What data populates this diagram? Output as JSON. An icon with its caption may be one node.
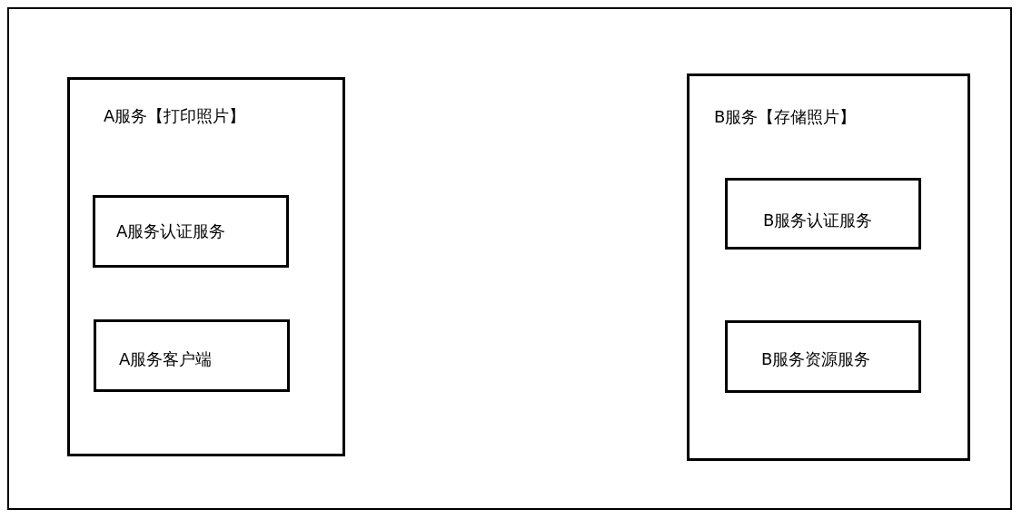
{
  "diagram": {
    "nodes": [
      {
        "text": [
          "A服务【打印照片】"
        ]
      },
      {
        "text": [
          "A服务认证服务"
        ],
        "in": 0
      },
      {
        "text": [
          "A服务客户端"
        ],
        "in": 0
      },
      {
        "text": [
          "B服务【存储照片】"
        ]
      },
      {
        "text": [
          "B服务认证服务"
        ],
        "in": 3
      },
      {
        "text": [
          "B服务资源服务"
        ],
        "in": 3
      }
    ]
  }
}
